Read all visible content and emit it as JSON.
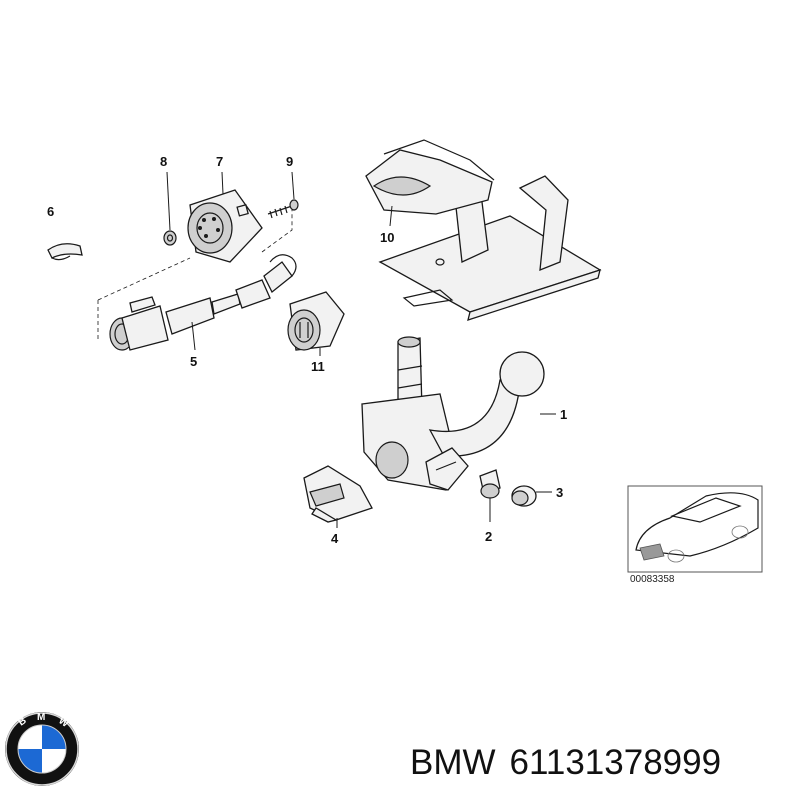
{
  "diagram": {
    "callouts": {
      "c1": "1",
      "c2": "2",
      "c3": "3",
      "c4": "4",
      "c5": "5",
      "c6": "6",
      "c7": "7",
      "c8": "8",
      "c9": "9",
      "c10": "10",
      "c11": "11"
    },
    "reference_number": "00083358"
  },
  "logo": {
    "brand_letters": "BMW",
    "colors": {
      "blue": "#1c69d4",
      "white": "#ffffff",
      "ring": "#111111"
    }
  },
  "caption": {
    "brand": "BMW",
    "part_number": "61131378999"
  }
}
